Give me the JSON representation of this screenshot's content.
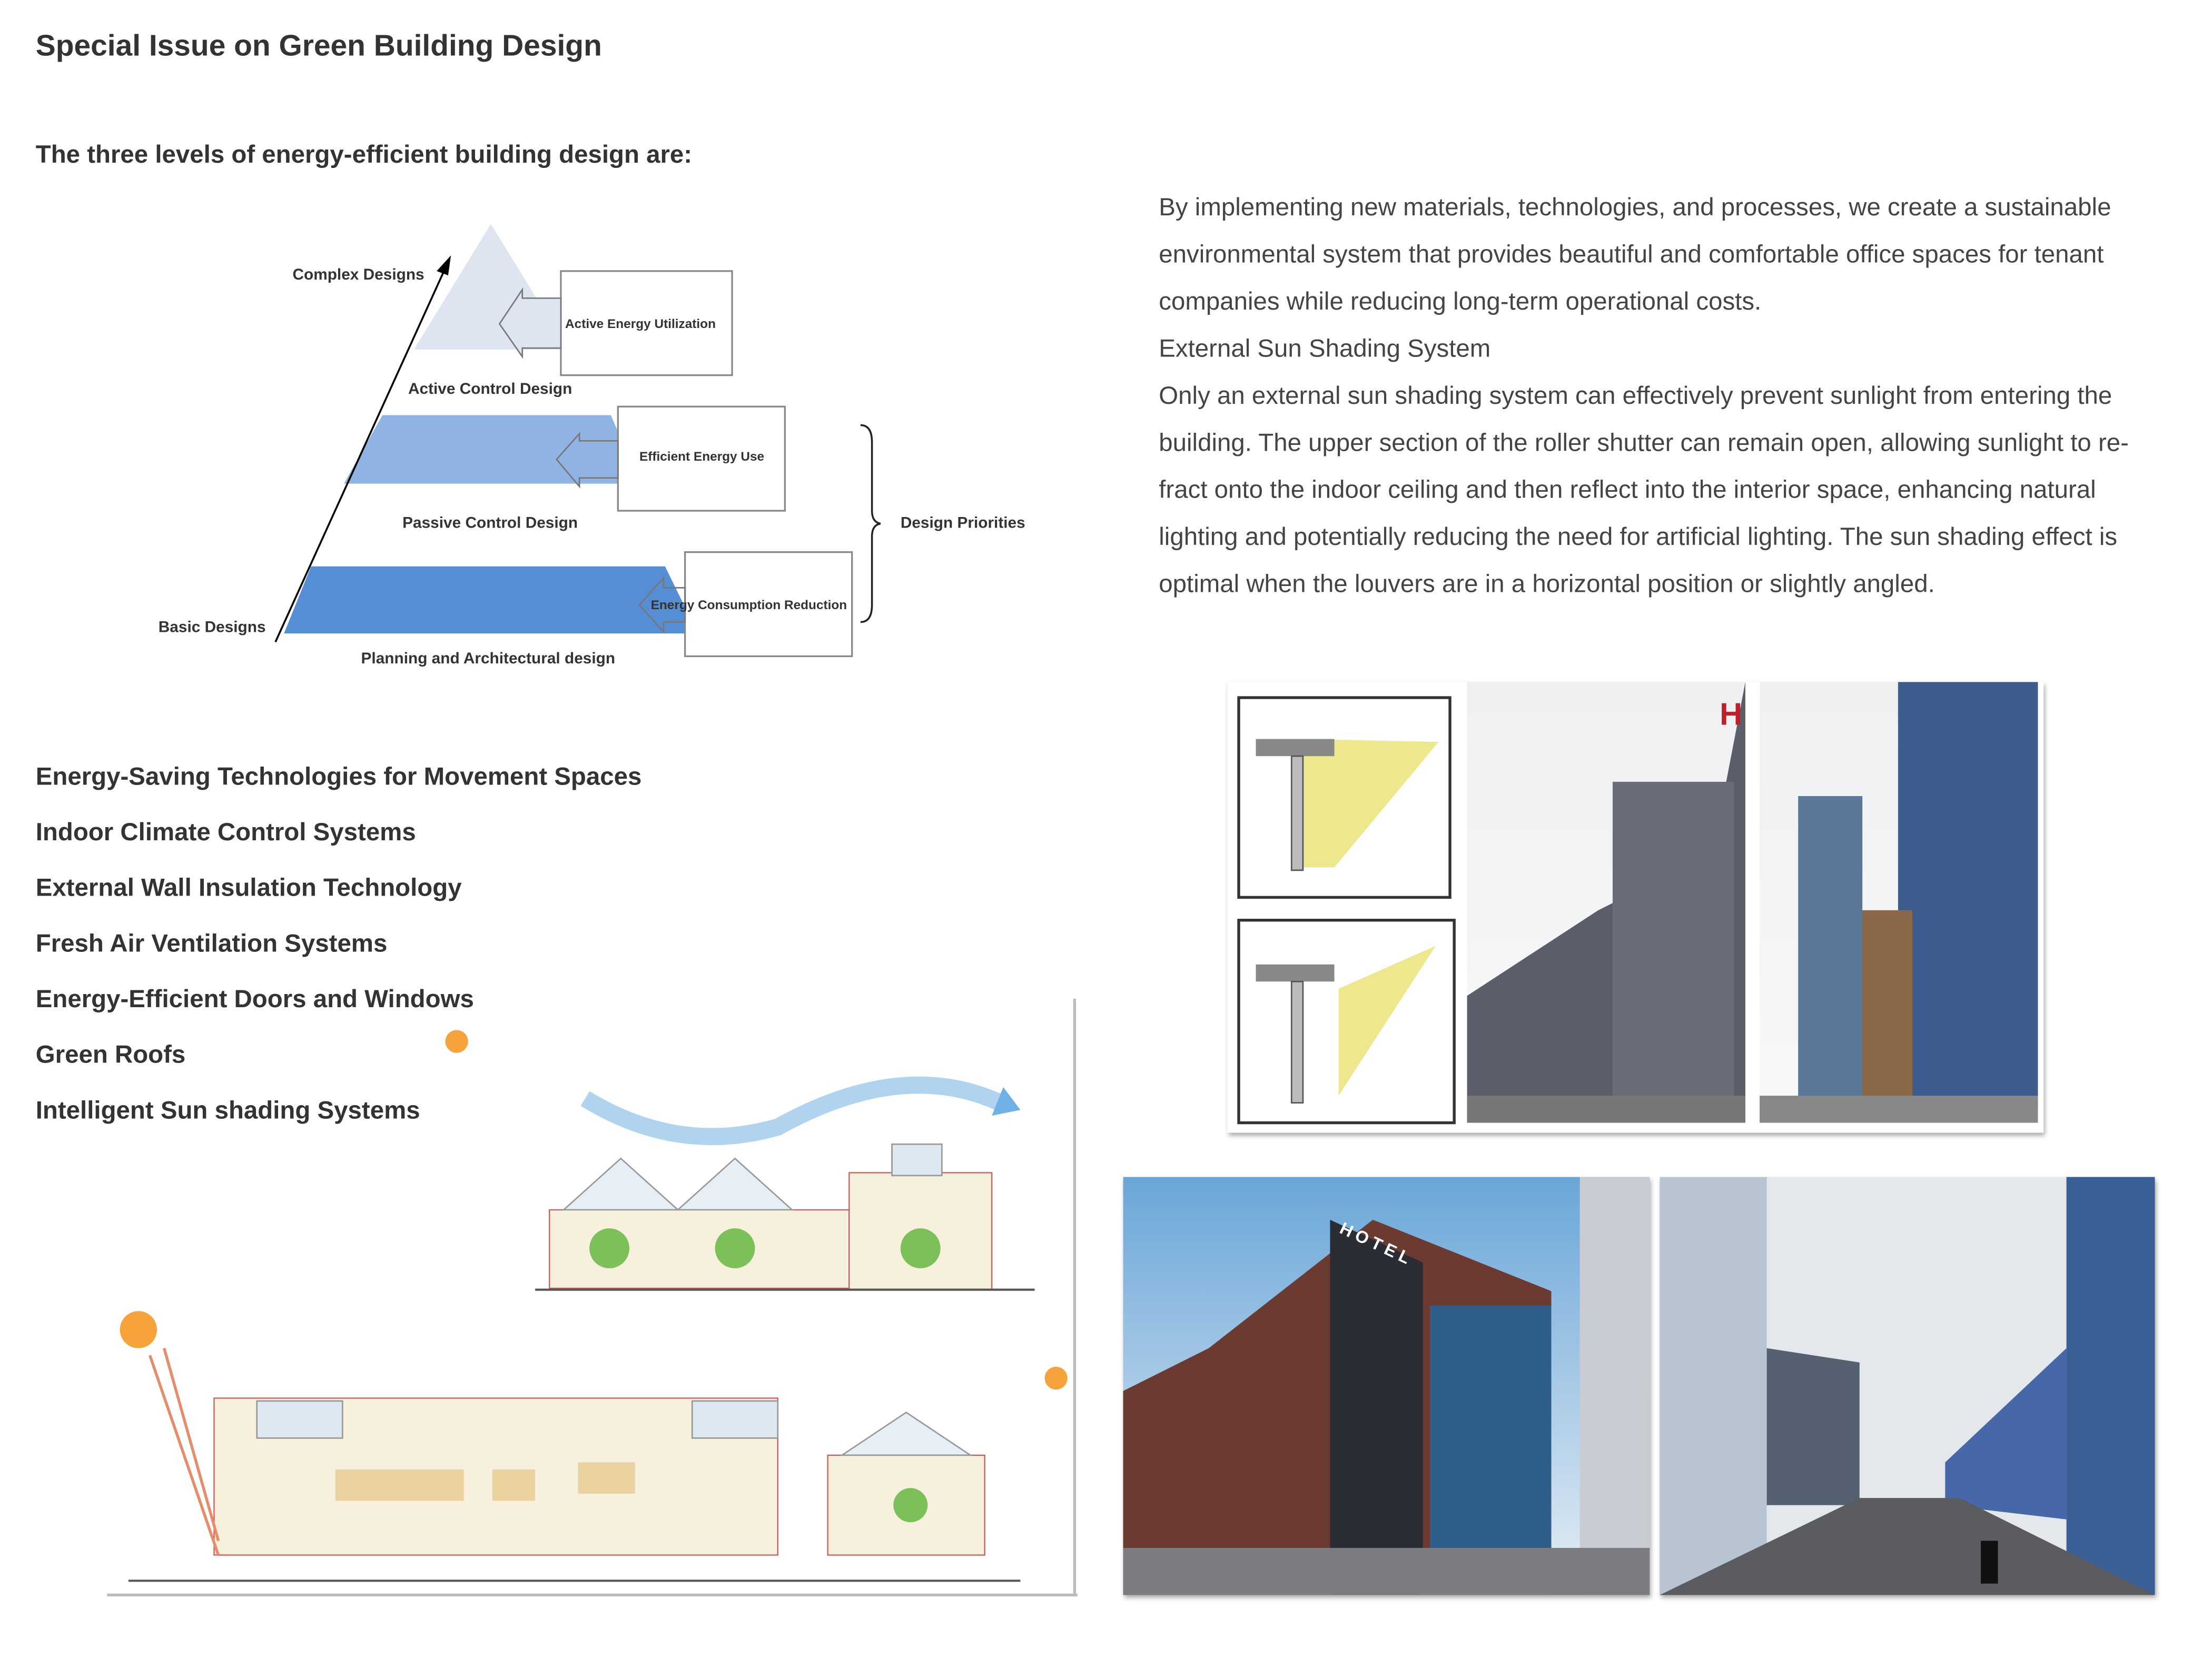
{
  "page": {
    "title": "Special Issue on Green Building Design",
    "subtitle": "The three levels of energy-efficient building design are:"
  },
  "pyramid": {
    "axis_top": "Complex Designs",
    "axis_bottom": "Basic Designs",
    "levels": [
      {
        "label": "Active Control Design",
        "box": "Active Energy Utilization",
        "color": "#dfe5f0"
      },
      {
        "label": "Passive Control Design",
        "box": "Efficient Energy Use",
        "color": "#8fb3e2"
      },
      {
        "label": "Planning and Architectural design",
        "box": "Energy Consumption Reduction",
        "color": "#558ed5"
      }
    ],
    "brace_label": "Design Priorities"
  },
  "paragraph": {
    "lines": [
      "By implementing new materials, technologies, and processes, we create a sustainable",
      "environmental system that provides beautiful and comfortable office spaces for tenant",
      "companies while reducing long-term operational costs.",
      "External Sun Shading System",
      "Only an external sun shading system can effectively prevent sunlight from entering the",
      "building. The upper section of the roller shutter can remain open, allowing sunlight to re-",
      "fract onto the indoor ceiling and then reflect into the interior space, enhancing natural",
      "lighting and potentially reducing the need for artificial lighting. The sun shading effect is",
      "optimal when the louvers are in a horizontal position or slightly angled."
    ]
  },
  "technologies": [
    "Energy-Saving Technologies for Movement Spaces",
    "Indoor Climate Control Systems",
    "External Wall Insulation Technology",
    "Fresh Air Ventilation Systems",
    "Energy-Efficient Doors and Windows",
    "Green Roofs",
    "Intelligent Sun shading Systems"
  ],
  "photos": {
    "hotel_sign": "HOTEL"
  }
}
